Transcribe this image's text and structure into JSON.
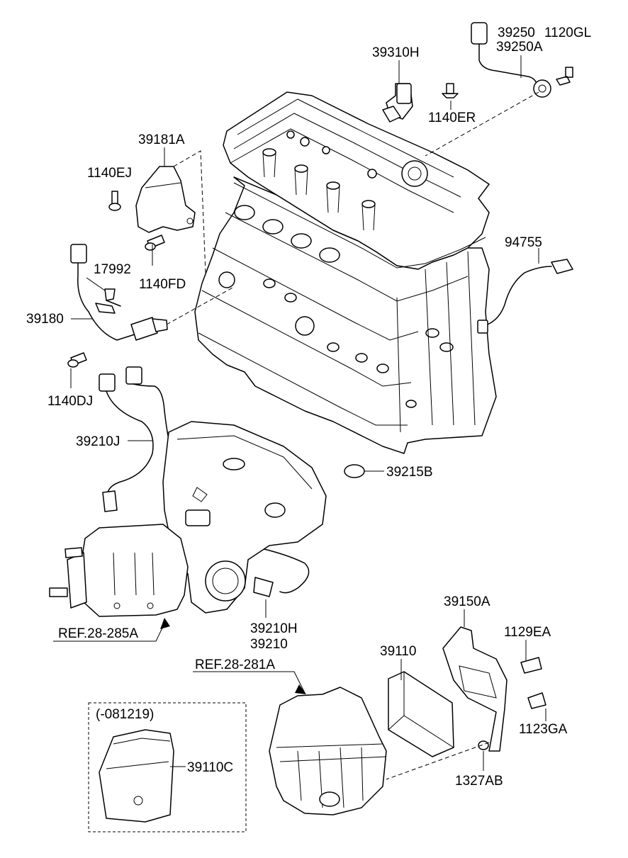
{
  "labels": {
    "p39250": "39250",
    "p1120GL": "1120GL",
    "p39250A": "39250A",
    "p39310H": "39310H",
    "p1140ER": "1140ER",
    "p39181A": "39181A",
    "p1140EJ": "1140EJ",
    "p94755": "94755",
    "p17992": "17992",
    "p1140FD": "1140FD",
    "p39180": "39180",
    "p1140DJ": "1140DJ",
    "p39210J": "39210J",
    "p39215B": "39215B",
    "pRef285A": "REF.28-285A",
    "p39210H": "39210H",
    "p39210": "39210",
    "p39150A": "39150A",
    "p1129EA": "1129EA",
    "p39110": "39110",
    "pRef281A": "REF.28-281A",
    "p1123GA": "1123GA",
    "p1327AB": "1327AB",
    "pVariant": "(-081219)",
    "p39110C": "39110C"
  }
}
